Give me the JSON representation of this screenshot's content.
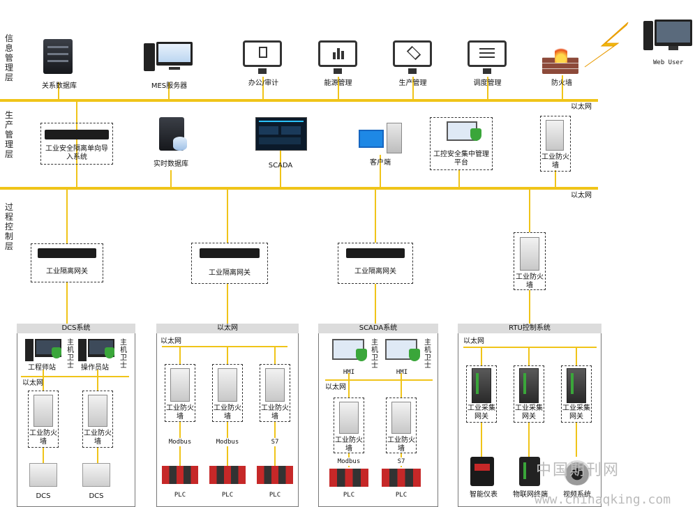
{
  "layers": {
    "info": "信息管理层",
    "production": "生产管理层",
    "process": "过程控制层"
  },
  "ethernet": "以太网",
  "web_user": "Web User",
  "info_layer": {
    "relational_db": "关系数据库",
    "mes_server": "MES服务器",
    "office_audit": "办公/审计",
    "energy": "能源管理",
    "production": "生产管理",
    "dispatch": "调度管理",
    "firewall": "防火墙"
  },
  "production_layer": {
    "isolation_import": "工业安全隔离单向导入系统",
    "realtime_db": "实时数据库",
    "scada": "SCADA",
    "client": "客户端",
    "security_platform": "工控安全集中管理平台",
    "industrial_firewall": "工业防火墙"
  },
  "gateways": {
    "gw1": "工业隔离网关",
    "gw2": "工业隔离网关",
    "gw3": "工业隔离网关",
    "fw4": "工业防火墙"
  },
  "dcs": {
    "title": "DCS系统",
    "eng_station": "工程师站",
    "op_station": "操作员站",
    "host_guard": "主机卫士",
    "ethernet": "以太网",
    "fw": "工业防火墙",
    "dcs": "DCS"
  },
  "plc_sys": {
    "title": "以太网",
    "ethernet": "以太网",
    "fw": "工业防火墙",
    "proto1": "Modbus",
    "proto2": "Modbus",
    "proto3": "S7",
    "plc": "PLC"
  },
  "scada_sys": {
    "title": "SCADA系统",
    "hmi": "HMI",
    "host_guard": "主机卫士",
    "ethernet": "以太网",
    "fw": "工业防火墙",
    "proto1": "Modbus",
    "proto2": "S7",
    "plc": "PLC"
  },
  "rtu_sys": {
    "title": "RTU控制系统",
    "ethernet": "以太网",
    "gateway": "工业采集网关",
    "meter": "智能仪表",
    "iot": "物联网终端",
    "video": "视频系统"
  },
  "watermark": {
    "cn": "中国期刊网",
    "url": "www.chinaqking.com"
  },
  "colors": {
    "bus": "#f0c419",
    "device_dark": "#2a2a2a",
    "screen_blue": "#1e88e5",
    "fire": "#e8501a",
    "shield": "#3aa63a"
  }
}
